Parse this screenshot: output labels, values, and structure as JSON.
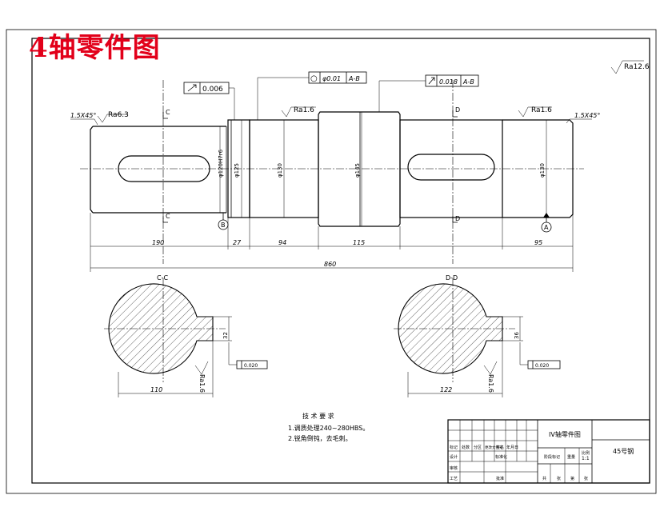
{
  "title": "4轴零件图",
  "roughness": {
    "general": "Ra12.6",
    "left_end": "Ra6.3",
    "bearing_seat": "Ra1.6",
    "right_seat": "Ra1.6",
    "keyway_left": "Ra1.6",
    "keyway_right": "Ra1.6"
  },
  "chamfers": {
    "left": "1.5X45°",
    "right": "1.5X45°"
  },
  "tolerances": {
    "runout_left": "0.006",
    "cylindricity_symbol": "○",
    "cylindricity_value": "φ0.01",
    "cylindricity_datum": "A-B",
    "runout_right_value": "0.018",
    "runout_right_datum": "A-B",
    "sym_left": "0.020",
    "sym_right": "0.020"
  },
  "datums": {
    "a": "A",
    "b": "B"
  },
  "section_labels": {
    "c1": "C",
    "c2": "C",
    "d1": "D",
    "d2": "D",
    "cc": "C-C",
    "dd": "D-D"
  },
  "diameters": {
    "d1": "φ120H7r6",
    "d2": "φ125",
    "d3": "φ130",
    "d4": "φ145",
    "d5": "φ130"
  },
  "lengths": {
    "l1": "190",
    "l2": "27",
    "l3": "94",
    "l4": "115",
    "l5": "95",
    "total": "860"
  },
  "section_dims": {
    "cc_depth": "110",
    "cc_width": "32",
    "dd_depth": "122",
    "dd_width": "36"
  },
  "tech": {
    "heading": "技 术 要 求",
    "line1": "1.调质处理240~280HBS。",
    "line2": "2.锐角倒钝，去毛刺。"
  },
  "title_block": {
    "part_name": "IV轴零件图",
    "material": "45号钢",
    "scale": "1:1",
    "row_a": [
      "标记",
      "处数",
      "分区",
      "更改文件号",
      "签名",
      "年月日"
    ],
    "row_b": [
      "设计",
      "",
      "标准化",
      "",
      "",
      "阶段标记",
      "重量",
      "比例"
    ],
    "row_c": [
      "审核",
      ""
    ],
    "row_d": [
      "工艺",
      "",
      "批准"
    ],
    "row_e": [
      "共",
      "张",
      "第",
      "张"
    ]
  }
}
